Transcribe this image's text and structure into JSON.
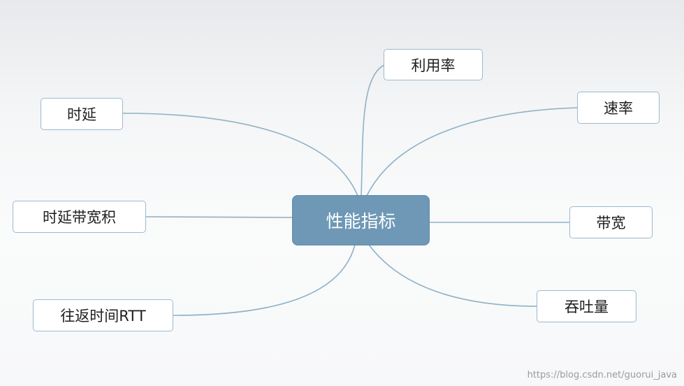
{
  "center": {
    "label": "性能指标"
  },
  "topics": {
    "utilization": "利用率",
    "rate": "速率",
    "bandwidth": "带宽",
    "throughput": "吞吐量",
    "delay": "时延",
    "delay_bandwidth_product": "时延带宽积",
    "rtt": "往返时间RTT"
  },
  "watermark": "https://blog.csdn.net/guorui_java",
  "colors": {
    "center_fill": "#6e98b6",
    "link": "#8fb1c7",
    "node_border": "#9dbad0"
  }
}
